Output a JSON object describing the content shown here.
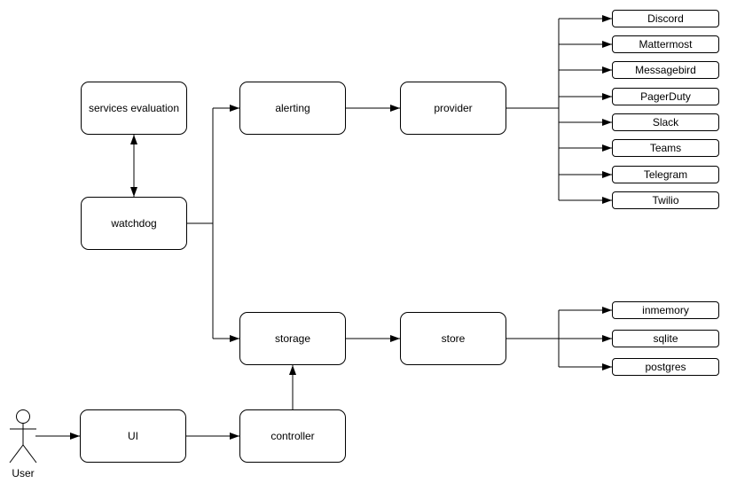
{
  "palette": {
    "stroke": "#000000",
    "node_fill": "#ffffff",
    "background": "#ffffff",
    "text": "#000000"
  },
  "nodes": {
    "services_evaluation": "services evaluation",
    "watchdog": "watchdog",
    "alerting": "alerting",
    "provider": "provider",
    "storage": "storage",
    "store": "store",
    "ui": "UI",
    "controller": "controller"
  },
  "actor": {
    "label": "User"
  },
  "providers": [
    "Discord",
    "Mattermost",
    "Messagebird",
    "PagerDuty",
    "Slack",
    "Teams",
    "Telegram",
    "Twilio"
  ],
  "stores": [
    "inmemory",
    "sqlite",
    "postgres"
  ]
}
